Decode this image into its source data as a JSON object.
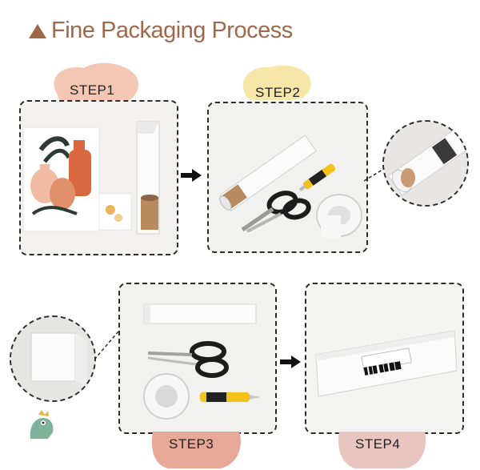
{
  "title": "Fine Packaging Process",
  "steps": [
    {
      "label": "STEP1",
      "blob_color": "#f4c7b5"
    },
    {
      "label": "STEP2",
      "blob_color": "#f6e7a9"
    },
    {
      "label": "STEP3",
      "blob_color": "#e7a897"
    },
    {
      "label": "STEP4",
      "blob_color": "#e8c5bf"
    }
  ],
  "colors": {
    "title": "#a0684a",
    "border": "#2b2b2b"
  },
  "icons": [
    "triangle-icon",
    "arrow-right-icon",
    "scissors-icon",
    "utility-knife-icon",
    "tape-roll-icon",
    "poster-tube-icon",
    "mascot-icon"
  ]
}
